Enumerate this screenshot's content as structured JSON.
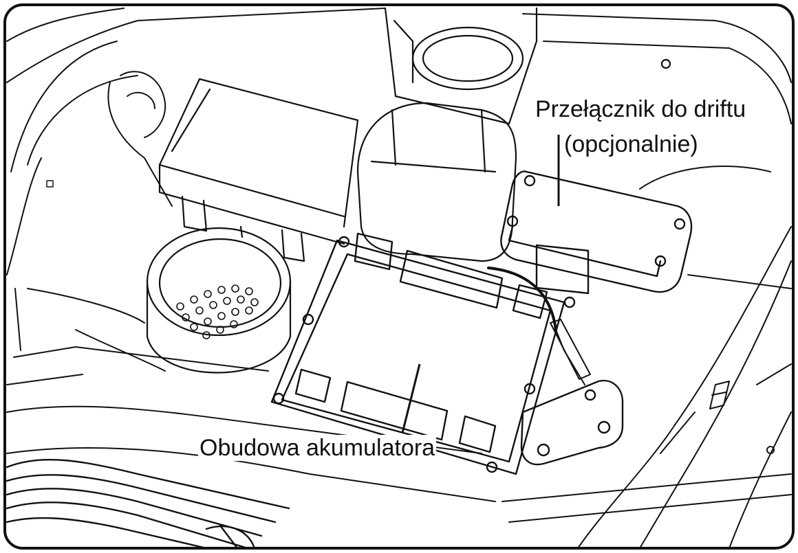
{
  "labels": {
    "drift_switch_line1": "Przełącznik do driftu",
    "drift_switch_line2": "(opcjonalnie)",
    "battery_housing": "Obudowa akumulatora"
  },
  "colors": {
    "line": "#111111",
    "background": "#ffffff"
  }
}
